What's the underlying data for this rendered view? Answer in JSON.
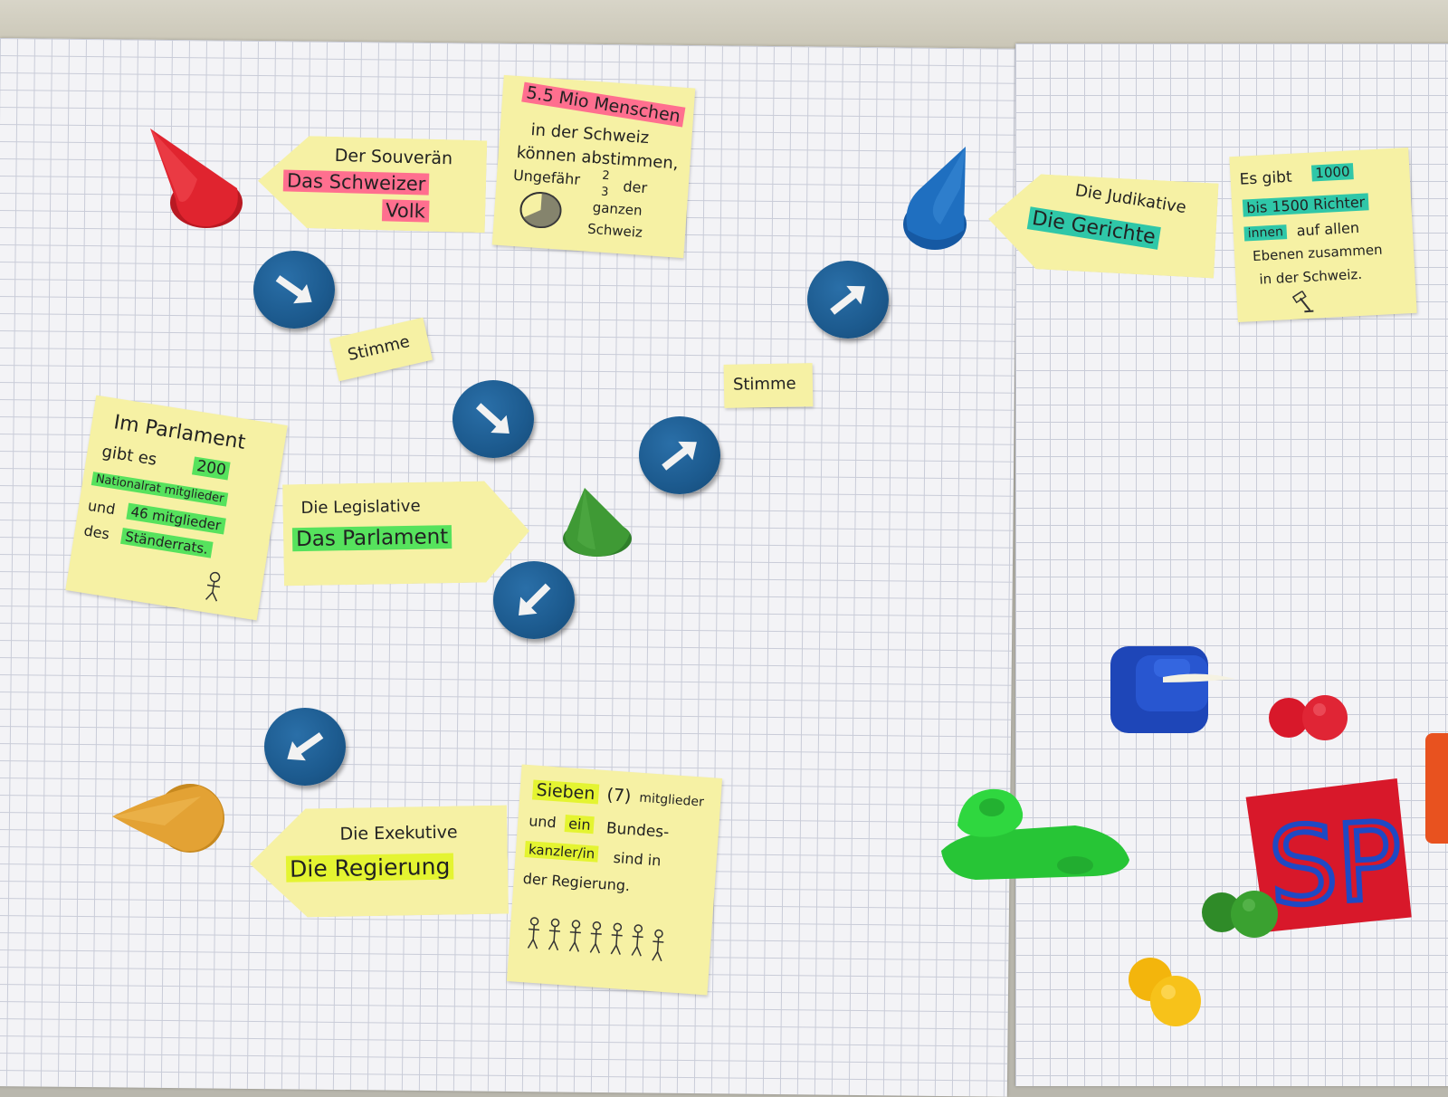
{
  "colors": {
    "note_yellow": "#f6f1a4",
    "highlight_pink": "#ff6f8f",
    "highlight_green": "#56e25d",
    "highlight_teal": "#2fc7a8",
    "highlight_yellow": "#e4f431",
    "token_blue": "#1c5a8e",
    "cone_red": "#e0242f",
    "cone_blue": "#1f6fc0",
    "cone_green": "#3f9a35",
    "cone_orange": "#e3a234"
  },
  "souveraen": {
    "line1": "Der Souverän",
    "line2": "Das Schweizer",
    "line3": "Volk"
  },
  "voters_note": {
    "lines": [
      "5.5 Mio Menschen",
      "in der Schweiz",
      "können abstimmen,",
      "Ungefähr",
      "2",
      "3",
      "der",
      "ganzen",
      "Schweiz"
    ],
    "icon": "pie-chart-icon"
  },
  "judikative": {
    "line1": "Die Judikative",
    "line2": "Die Gerichte"
  },
  "judges_note": {
    "line1_a": "Es gibt",
    "line1_b": "1000",
    "line2": "bis 1500 Richter",
    "line3_a": "innen",
    "line3_b": "auf allen",
    "line4": "Ebenen zusammen",
    "line5": "in der Schweiz.",
    "icon": "gavel-icon"
  },
  "stimme_left": "Stimme",
  "stimme_right": "Stimme",
  "parlament_note": {
    "line1": "Im Parlament",
    "line2_a": "gibt es",
    "line2_b": "200",
    "line3": "Nationalrat mitglieder",
    "line4_a": "und",
    "line4_b": "46 mitglieder",
    "line5_a": "des",
    "line5_b": "Ständerrats.",
    "icon": "stick-figure-icon"
  },
  "legislative": {
    "line1": "Die Legislative",
    "line2": "Das Parlament"
  },
  "exekutive": {
    "line1": "Die Exekutive",
    "line2": "Die Regierung"
  },
  "regierung_note": {
    "line1_a": "Sieben",
    "line1_b": "(7)",
    "line1_c": "mitglieder",
    "line2_a": "und",
    "line2_b": "ein",
    "line2_c": "Bundes-",
    "line3_a": "kanzler/in",
    "line3_b": "sind in",
    "line4": "der Regierung.",
    "icon": "seven-stick-figures-icon"
  },
  "sp_sign": "SP"
}
